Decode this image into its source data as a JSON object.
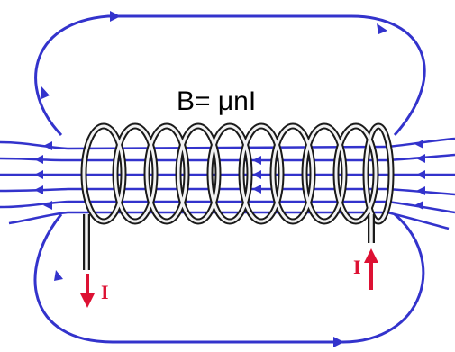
{
  "diagram": {
    "formula": "B= μnI",
    "current_label_left": "I",
    "current_label_right": "I"
  },
  "colors": {
    "field_line": "#3333cc",
    "coil_outer": "#1a1a1a",
    "coil_inner": "#f2f2f2",
    "current": "#dd1133",
    "background": "#ffffff"
  },
  "icons": {
    "field_arrow": "triangle-arrowhead",
    "current_arrow": "red-arrow"
  }
}
